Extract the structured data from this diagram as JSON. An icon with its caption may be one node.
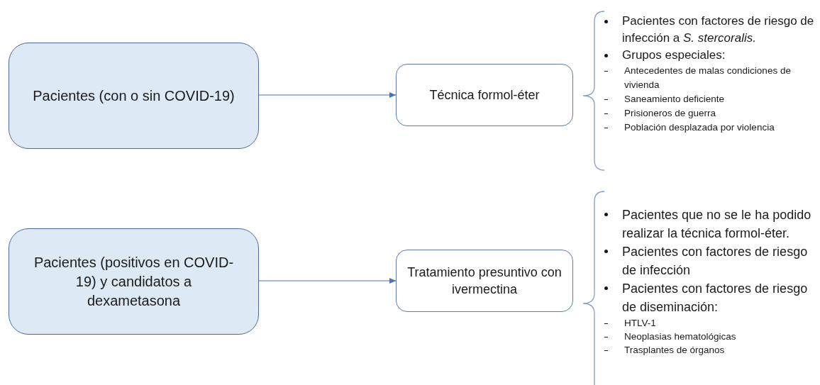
{
  "diagram": {
    "nodes": [
      {
        "text": [
          "Pacientes (con o sin COVID-19)"
        ]
      },
      {
        "text": [
          "Técnica formol-éter"
        ]
      },
      {
        "text": [
          "Pacientes (positivos en COVID-19) y candidatos a dexametasona"
        ]
      },
      {
        "text": [
          "Tratamiento presuntivo con ivermectina"
        ]
      }
    ],
    "edges": [
      {
        "from": 0,
        "to": 1,
        "arrow": "to"
      },
      {
        "from": 2,
        "to": 3,
        "arrow": "to"
      }
    ],
    "labels": [
      "Pacientes con factores de riesgo de infección a *S. stercoralis.*",
      "Grupos especiales:",
      "Antecedentes de malas condiciones de vivienda",
      "Saneamiento deficiente",
      "Prisioneros de guerra",
      "Población desplazada por violencia",
      "Pacientes que no se le ha podido realizar la técnica formol-éter.",
      "Pacientes con factores de riesgo de infección",
      "Pacientes con factores de riesgo de diseminación:",
      "HTLV-1",
      "Neoplasias hematológicas",
      "Trasplantes de órganos"
    ]
  }
}
